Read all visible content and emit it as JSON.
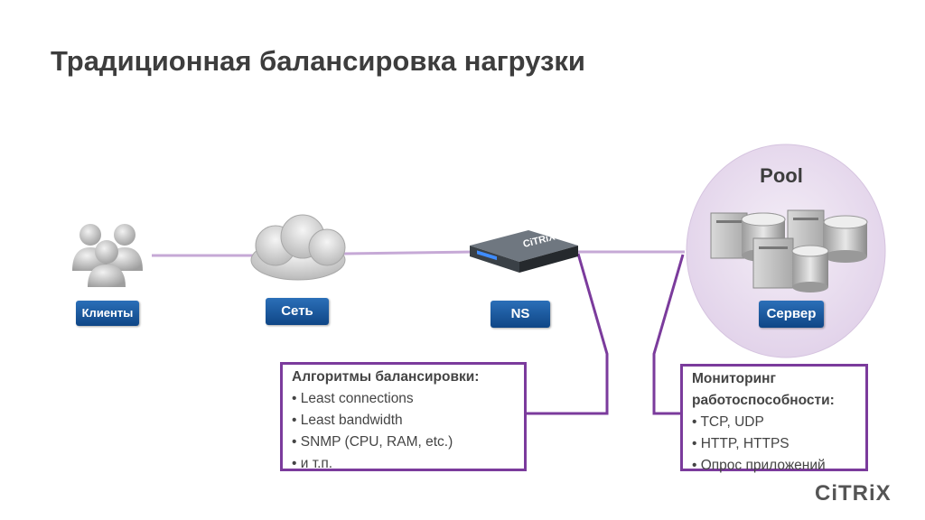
{
  "title": "Традиционная балансировка нагрузки",
  "nodes": {
    "clients": "Клиенты",
    "network": "Сеть",
    "ns": "NS",
    "server": "Сервер",
    "pool": "Pool",
    "appliance_logo": "CiTRiX"
  },
  "algorithms": {
    "heading": "Алгоритмы балансировки:",
    "items": [
      "Least connections",
      "Least bandwidth",
      "SNMP (CPU, RAM, etc.)",
      "и т.п."
    ]
  },
  "monitoring": {
    "heading_line1": "Мониторинг",
    "heading_line2": "работоспособности:",
    "items": [
      "TCP, UDP",
      "HTTP, HTTPS",
      "Опрос приложений"
    ]
  },
  "logo": "CiTRiX",
  "colors": {
    "connector": "#7b3b9c",
    "link": "#c6a9d6",
    "pool": "#e8dcee",
    "tag": "#1a5aa0"
  }
}
